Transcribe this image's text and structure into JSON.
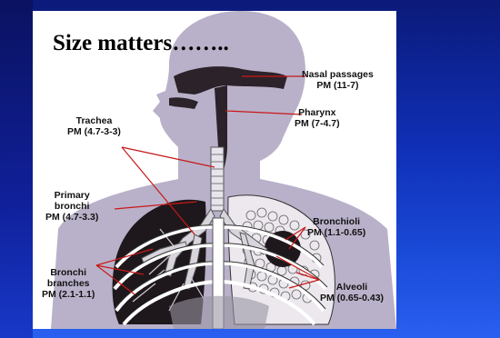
{
  "title": "Size matters……..",
  "labels": {
    "nasal": {
      "name": "Nasal passages",
      "pm": "PM (11-7)"
    },
    "pharynx": {
      "name": "Pharynx",
      "pm": "PM (7-4.7)"
    },
    "trachea": {
      "name": "Trachea",
      "pm": "PM (4.7-3-3)"
    },
    "primary": {
      "name1": "Primary",
      "name2": "bronchi",
      "pm": "PM (4.7-3.3)"
    },
    "bronchioli": {
      "name": "Bronchioli",
      "pm": "PM (1.1-0.65)"
    },
    "branches": {
      "name1": "Bronchi",
      "name2": "branches",
      "pm": "PM (2.1-1.1)"
    },
    "alveoli": {
      "name": "Alveoli",
      "pm": "PM (0.65-0.43)"
    }
  },
  "colors": {
    "silhouette": "#b8b0c8",
    "airway": "#2a2228",
    "leader": "#c81818",
    "slide_bg": "#1030b8"
  }
}
